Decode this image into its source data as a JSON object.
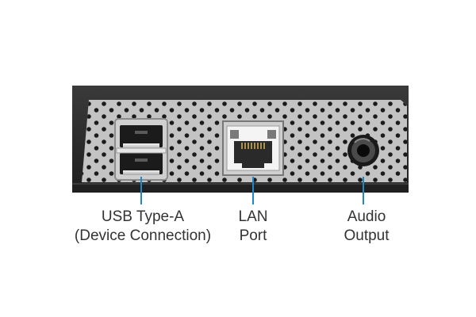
{
  "colors": {
    "chassis": "#2b2b2b",
    "panel": "#c3c3c3",
    "perforation": "#1a1a1a",
    "leader_line": "#1e88c8",
    "label_text": "#333333"
  },
  "ports": [
    {
      "id": "usb",
      "icon": "usb-type-a-icon",
      "label_lines": [
        "USB Type-A",
        "(Device Connection)"
      ]
    },
    {
      "id": "lan",
      "icon": "rj45-lan-icon",
      "label_lines": [
        "LAN",
        "Port"
      ]
    },
    {
      "id": "audio",
      "icon": "audio-jack-icon",
      "label_lines": [
        "Audio",
        "Output"
      ]
    }
  ]
}
